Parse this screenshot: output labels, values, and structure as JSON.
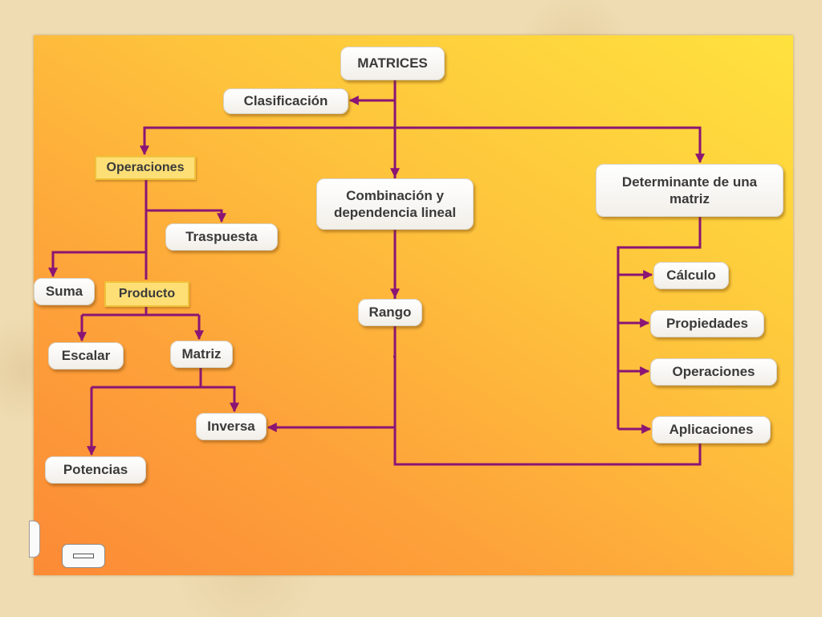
{
  "diagram": {
    "type": "concept-map",
    "line_color": "#8a1574",
    "nodes": [
      {
        "id": "matrices",
        "label": "MATRICES",
        "style": "round"
      },
      {
        "id": "clasificacion",
        "label": "Clasificación",
        "style": "round"
      },
      {
        "id": "operaciones",
        "label": "Operaciones",
        "style": "square"
      },
      {
        "id": "combinacion",
        "label": "Combinación y\ndependencia lineal",
        "style": "round"
      },
      {
        "id": "determinante",
        "label": "Determinante de una\nmatriz",
        "style": "round"
      },
      {
        "id": "traspuesta",
        "label": "Traspuesta",
        "style": "round"
      },
      {
        "id": "suma",
        "label": "Suma",
        "style": "round"
      },
      {
        "id": "producto",
        "label": "Producto",
        "style": "square"
      },
      {
        "id": "rango",
        "label": "Rango",
        "style": "round"
      },
      {
        "id": "calculo",
        "label": "Cálculo",
        "style": "round"
      },
      {
        "id": "propiedades",
        "label": "Propiedades",
        "style": "round"
      },
      {
        "id": "escalar",
        "label": "Escalar",
        "style": "round"
      },
      {
        "id": "matriz",
        "label": "Matriz",
        "style": "round"
      },
      {
        "id": "operaciones_det",
        "label": "Operaciones",
        "style": "round"
      },
      {
        "id": "inversa",
        "label": "Inversa",
        "style": "round"
      },
      {
        "id": "aplicaciones",
        "label": "Aplicaciones",
        "style": "round"
      },
      {
        "id": "potencias",
        "label": "Potencias",
        "style": "round"
      }
    ],
    "edges": [
      {
        "from": "matrices",
        "to": "clasificacion"
      },
      {
        "from": "matrices",
        "to": "operaciones"
      },
      {
        "from": "matrices",
        "to": "combinacion"
      },
      {
        "from": "matrices",
        "to": "determinante"
      },
      {
        "from": "operaciones",
        "to": "traspuesta"
      },
      {
        "from": "operaciones",
        "to": "suma"
      },
      {
        "from": "operaciones",
        "to": "producto"
      },
      {
        "from": "producto",
        "to": "escalar"
      },
      {
        "from": "producto",
        "to": "matriz"
      },
      {
        "from": "matriz",
        "to": "inversa"
      },
      {
        "from": "matriz",
        "to": "potencias"
      },
      {
        "from": "combinacion",
        "to": "rango"
      },
      {
        "from": "rango",
        "to": "inversa"
      },
      {
        "from": "rango",
        "to": "aplicaciones"
      },
      {
        "from": "determinante",
        "to": "calculo"
      },
      {
        "from": "determinante",
        "to": "propiedades"
      },
      {
        "from": "determinante",
        "to": "operaciones_det"
      },
      {
        "from": "determinante",
        "to": "aplicaciones"
      }
    ]
  }
}
